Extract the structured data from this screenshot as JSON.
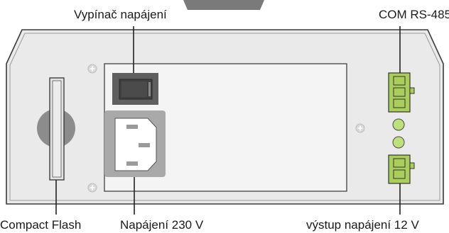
{
  "labels": {
    "power_switch": "Vypínač napájení",
    "com_port": "COM RS-485",
    "compact_flash": "Compact Flash",
    "power_input": "Napájení 230 V",
    "power_output": "výstup napájení 12 V"
  },
  "colors": {
    "panel_fill": "#e9e9e9",
    "panel_stroke": "#3a3a3a",
    "plate_fill": "#f3f3f3",
    "switch_fill": "#5e5e5e",
    "socket_fill": "#a9a9a9",
    "card_disc": "#8c8c8c",
    "connector_green": "#a9cf5a",
    "led_green": "#bde07a"
  }
}
